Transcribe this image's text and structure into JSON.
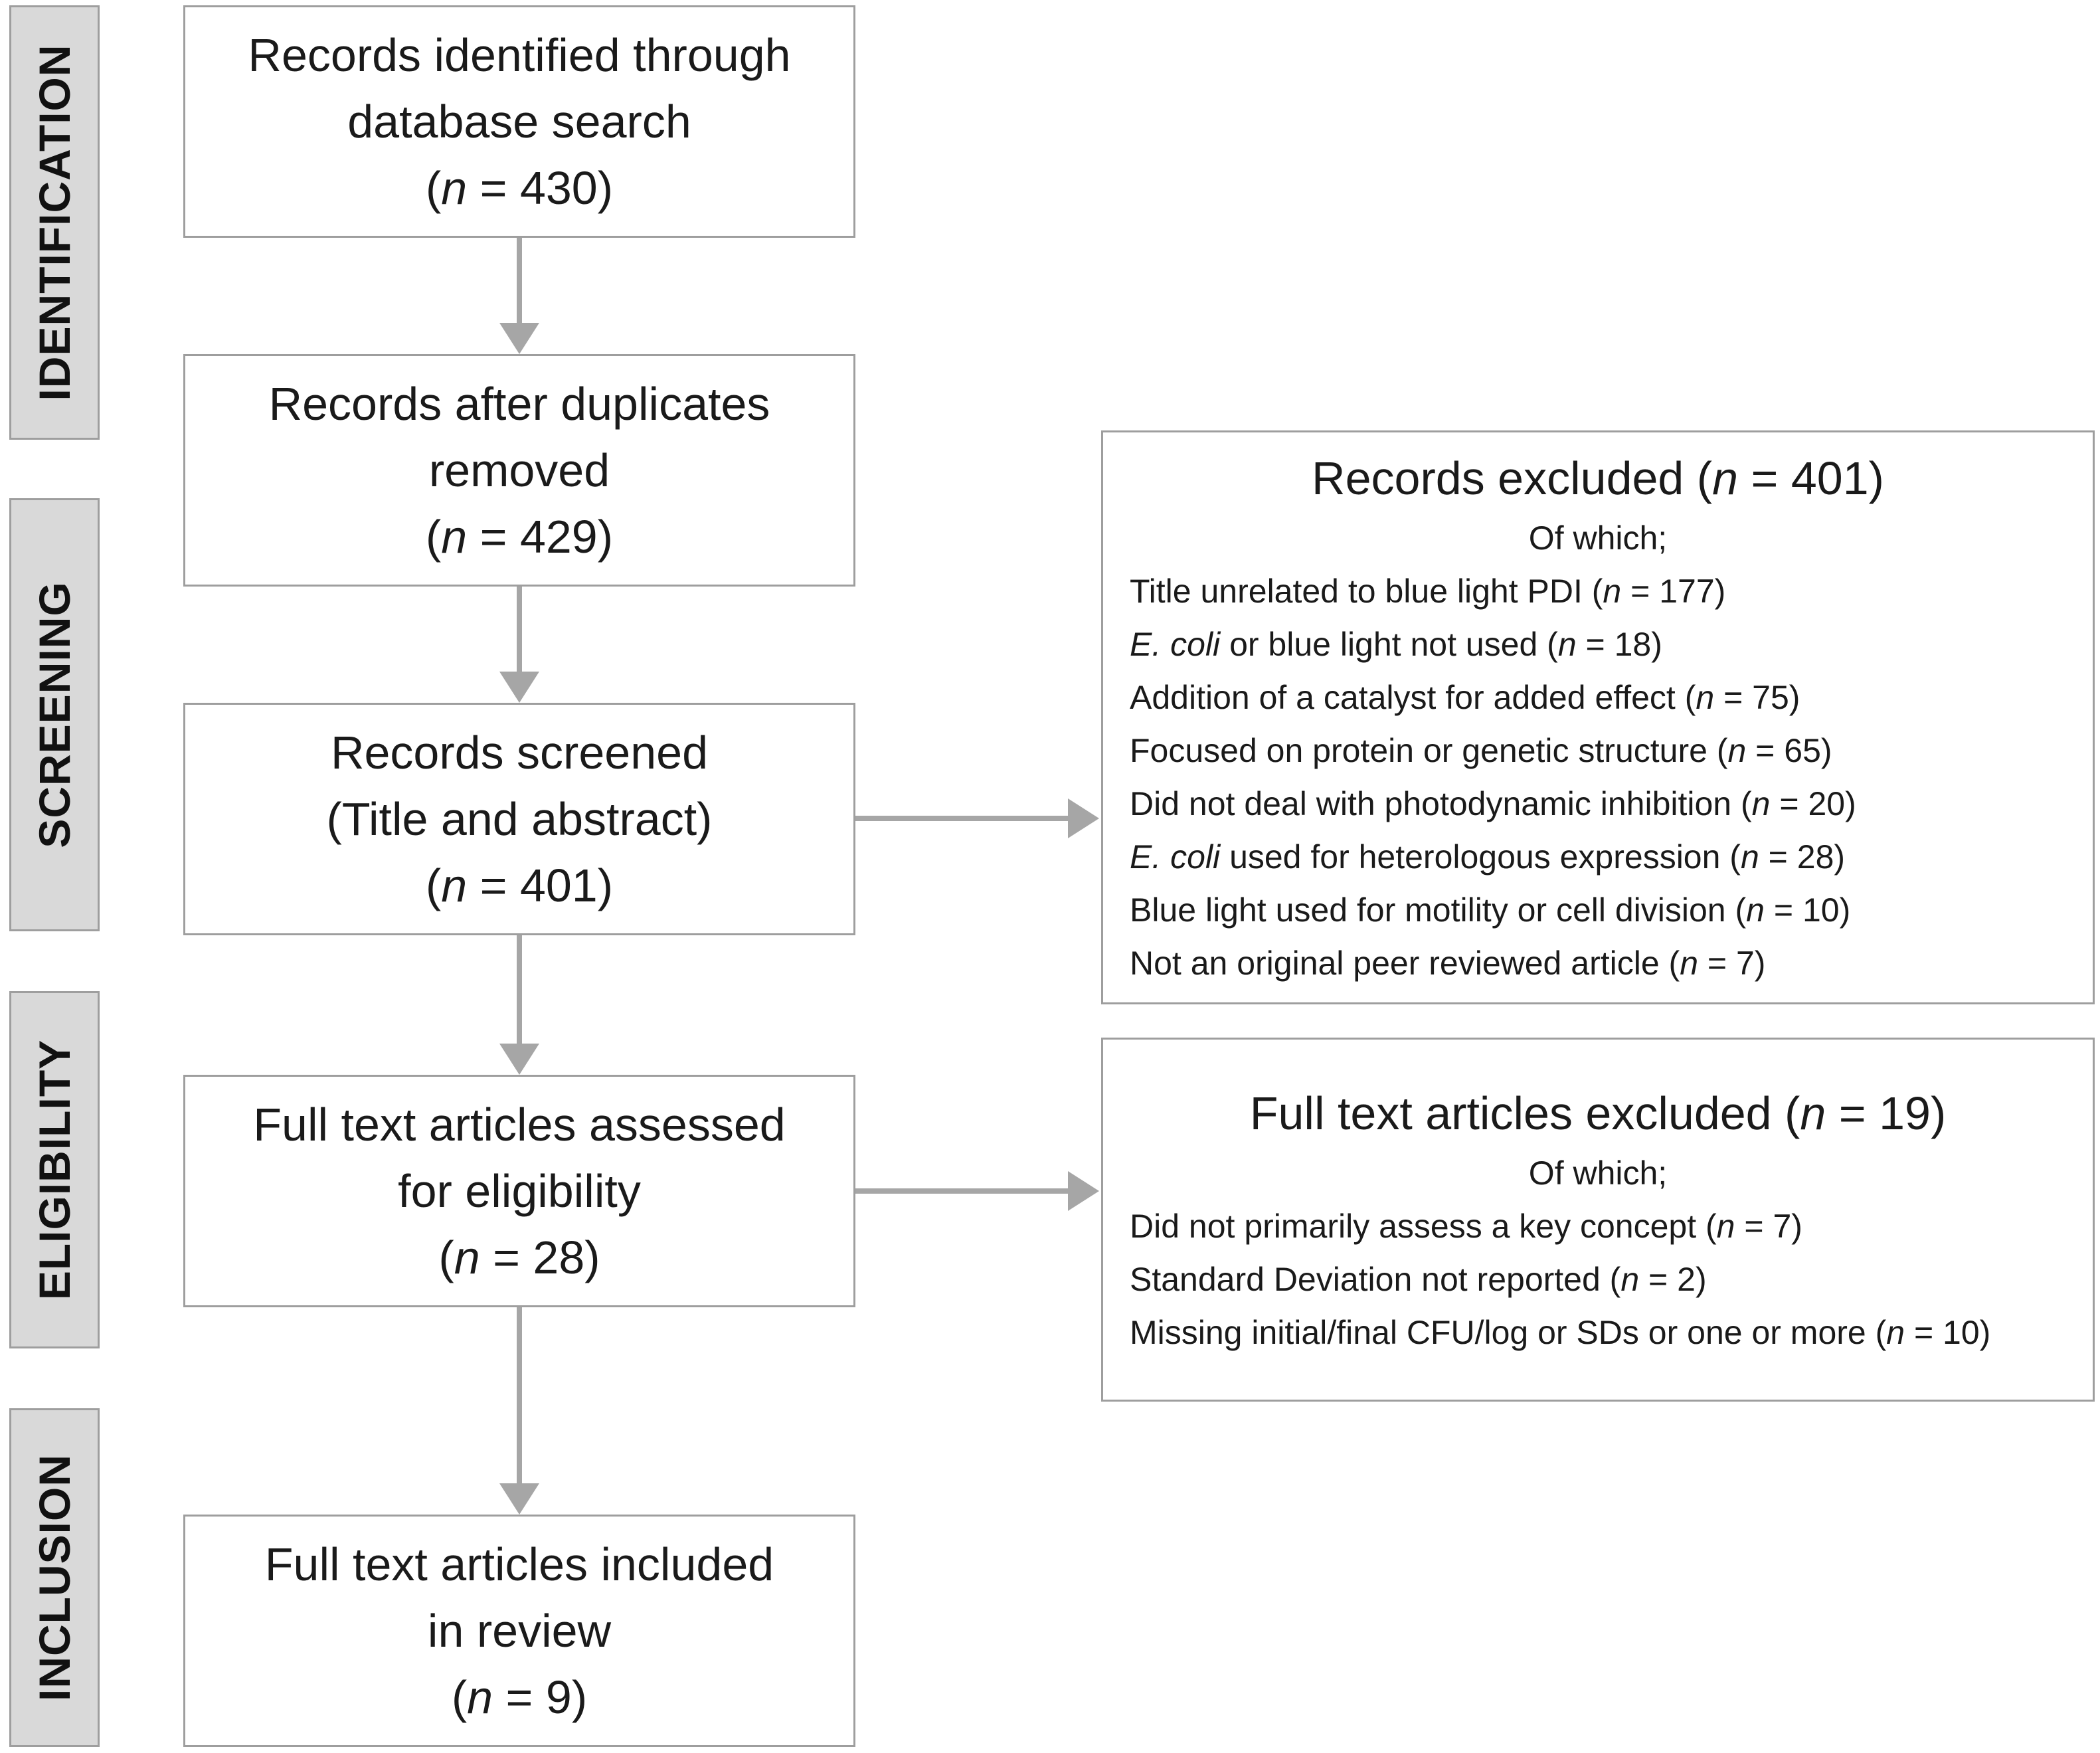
{
  "phases": {
    "identification": "IDENTIFICATION",
    "screening": "SCREENING",
    "eligibility": "ELIGIBILITY",
    "inclusion": "INCLUSION"
  },
  "boxes": {
    "identified": {
      "line1": "Records identified through",
      "line2": "database search",
      "n_prefix": "(",
      "n_var": "n",
      "n_value": " = 430)"
    },
    "after_duplicates": {
      "line1": "Records after duplicates",
      "line2": "removed",
      "n_prefix": "(",
      "n_var": "n",
      "n_value": " = 429)"
    },
    "screened": {
      "line1": "Records screened",
      "line2": "(Title and abstract)",
      "n_prefix": "(",
      "n_var": "n",
      "n_value": " = 401)"
    },
    "full_text_assessed": {
      "line1": "Full text articles assessed",
      "line2": "for eligibility",
      "n_prefix": "(",
      "n_var": "n",
      "n_value": " = 28)"
    },
    "included": {
      "line1": "Full text articles included",
      "line2": "in review",
      "n_prefix": "(",
      "n_var": "n",
      "n_value": " = 9)"
    }
  },
  "records_excluded": {
    "title_text": "Records excluded (",
    "title_var": "n",
    "title_value": " = 401)",
    "subtitle": "Of which;",
    "items": [
      {
        "pre_italic": "",
        "text": "Title unrelated to blue light PDI (",
        "value": " = 177)"
      },
      {
        "pre_italic": "E. coli",
        "text": " or blue light not used (",
        "value": " = 18)"
      },
      {
        "pre_italic": "",
        "text": "Addition of a catalyst for added effect (",
        "value": " = 75)"
      },
      {
        "pre_italic": "",
        "text": "Focused on protein or genetic structure (",
        "value": " = 65)"
      },
      {
        "pre_italic": "",
        "text": "Did not deal with photodynamic inhibition (",
        "value": " = 20)"
      },
      {
        "pre_italic": "E. coli",
        "text": " used for heterologous expression (",
        "value": " = 28)"
      },
      {
        "pre_italic": "",
        "text": "Blue light used for motility or cell division (",
        "value": " = 10)"
      },
      {
        "pre_italic": "",
        "text": "Not an original peer reviewed article (",
        "value": " = 7)"
      }
    ]
  },
  "full_text_excluded": {
    "title_text": "Full text articles excluded (",
    "title_var": "n",
    "title_value": " = 19)",
    "subtitle": "Of which;",
    "items": [
      {
        "text": "Did not primarily assess a key concept (",
        "value": " = 7)"
      },
      {
        "text": "Standard Deviation not reported (",
        "value": " = 2)"
      },
      {
        "text": "Missing initial/final CFU/log or SDs or one or more (",
        "value": " = 10)"
      }
    ]
  },
  "italic_var": "n",
  "colors": {
    "arrow": "#a6a6a6",
    "border": "#9e9e9e",
    "phase_fill": "#d9d9d9"
  }
}
